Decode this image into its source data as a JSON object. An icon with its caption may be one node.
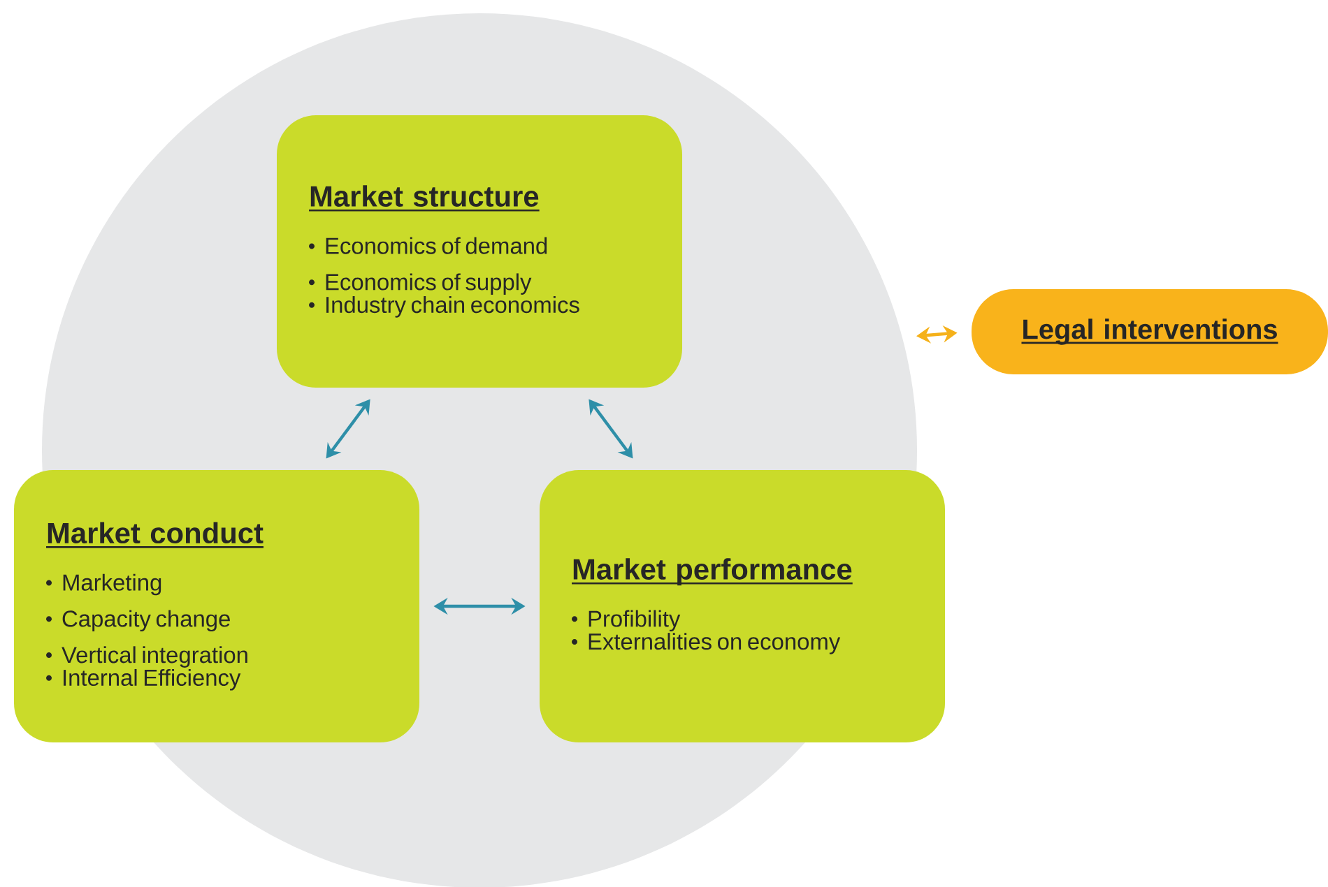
{
  "diagram": {
    "nodes": [
      {
        "text": [],
        "shape": "circle"
      },
      {
        "text": [
          "Market structure",
          "Economics of demand",
          "Economics of supply",
          "Industry chain economics"
        ],
        "in": 0
      },
      {
        "text": [
          "Market conduct",
          "Marketing",
          "Capacity change",
          "Vertical integration",
          "Internal Efficiency"
        ],
        "in": 0
      },
      {
        "text": [
          "Market performance",
          "Profibility",
          "Externalities on economy"
        ],
        "in": 0
      },
      {
        "text": [
          "Legal interventions"
        ]
      }
    ],
    "edges": [
      {
        "from": 1,
        "to": 2,
        "arrow": "both"
      },
      {
        "from": 1,
        "to": 3,
        "arrow": "both"
      },
      {
        "from": 2,
        "to": 3,
        "arrow": "both"
      },
      {
        "from": 0,
        "to": 4,
        "arrow": "both",
        "color": "#f5b11a"
      }
    ]
  }
}
